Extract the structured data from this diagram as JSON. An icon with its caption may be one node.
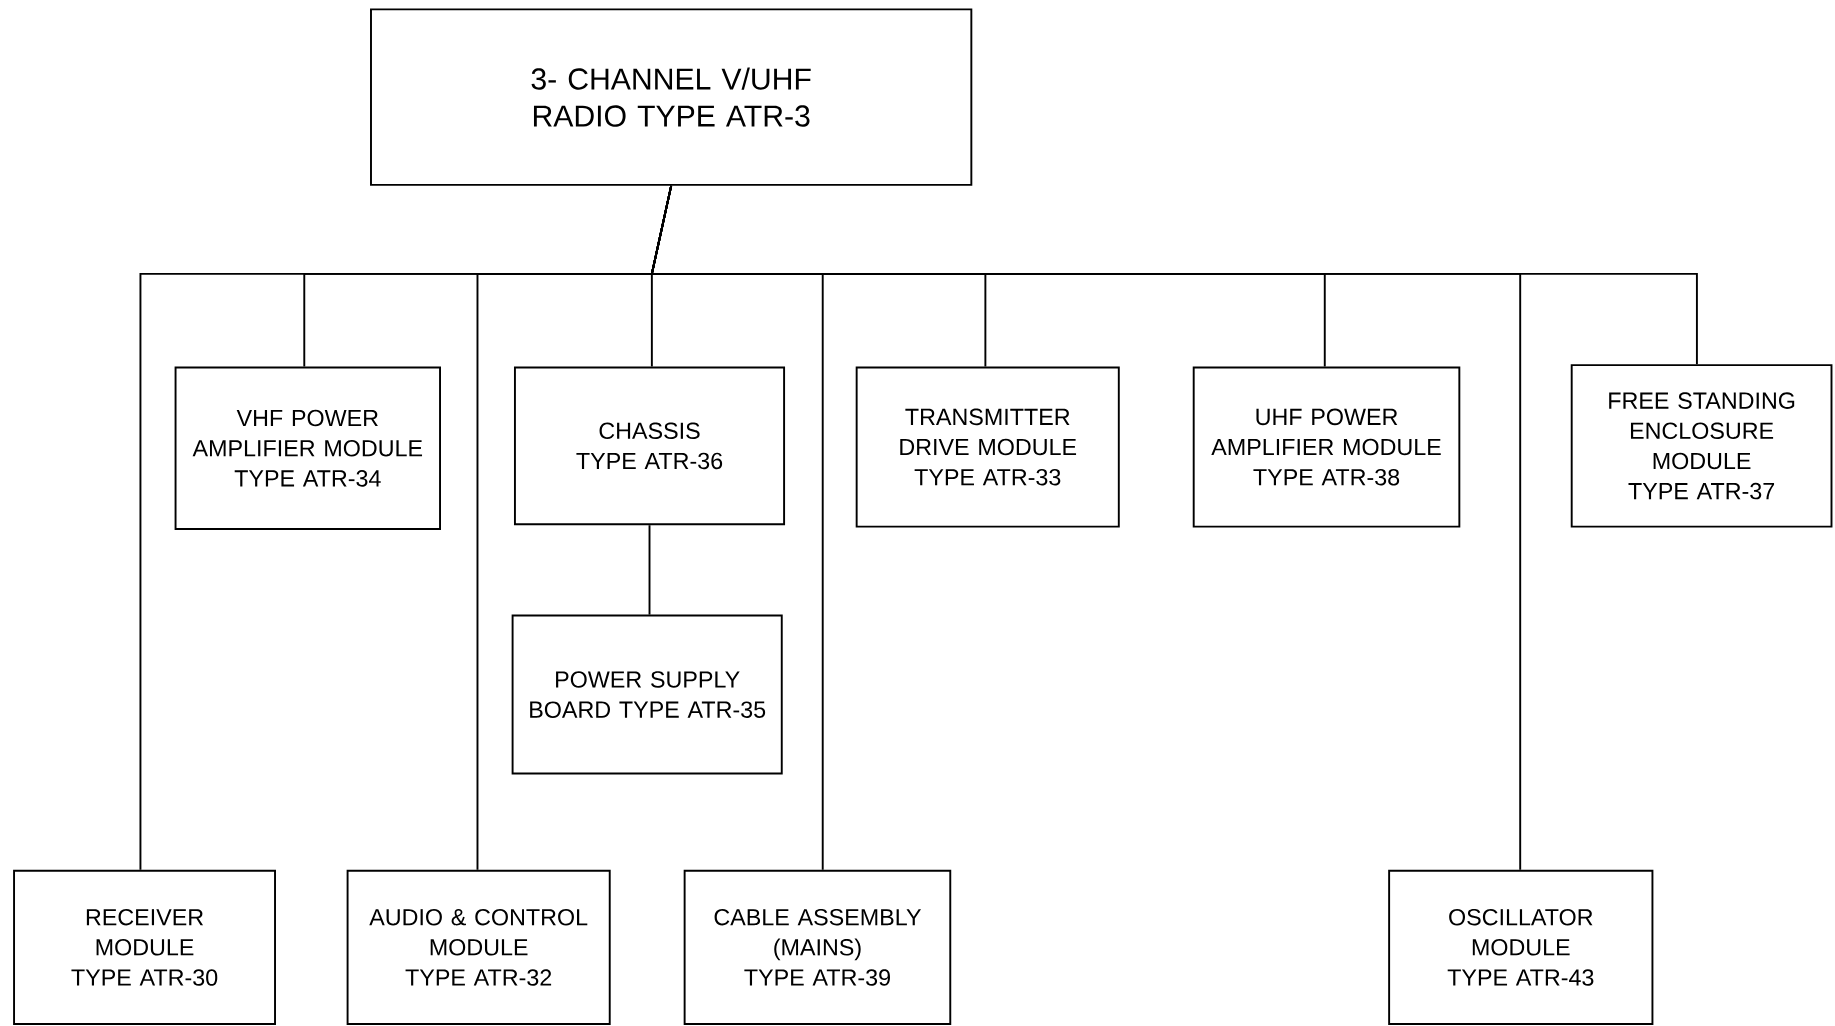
{
  "diagram": {
    "nodes": [
      {
        "text": [
          "3- CHANNEL V/UHF RADIO TYPE ATR-3"
        ]
      },
      {
        "text": [
          "VHF POWER AMPLIFIER MODULE TYPE ATR-34"
        ]
      },
      {
        "text": [
          "CHASSIS TYPE ATR-36"
        ]
      },
      {
        "text": [
          "TRANSMITTER DRIVE MODULE TYPE ATR-33"
        ]
      },
      {
        "text": [
          "UHF POWER AMPLIFIER MODULE TYPE ATR-38"
        ]
      },
      {
        "text": [
          "FREE STANDING ENCLOSURE MODULE TYPE ATR-37"
        ]
      },
      {
        "text": [
          "POWER SUPPLY BOARD TYPE ATR-35"
        ]
      },
      {
        "text": [
          "RECEIVER MODULE TYPE ATR-30"
        ]
      },
      {
        "text": [
          "AUDIO & CONTROL MODULE TYPE ATR-32"
        ]
      },
      {
        "text": [
          "CABLE ASSEMBLY (MAINS) TYPE ATR-39"
        ]
      },
      {
        "text": [
          "OSCILLATOR MODULE TYPE ATR-43"
        ]
      }
    ],
    "edges": [
      {
        "from": 0,
        "to": 7,
        "arrow": "none"
      },
      {
        "from": 0,
        "to": 1,
        "arrow": "none"
      },
      {
        "from": 0,
        "to": 8,
        "arrow": "none"
      },
      {
        "from": 0,
        "to": 2,
        "arrow": "none"
      },
      {
        "from": 0,
        "to": 9,
        "arrow": "none"
      },
      {
        "from": 0,
        "to": 3,
        "arrow": "none"
      },
      {
        "from": 0,
        "to": 4,
        "arrow": "none"
      },
      {
        "from": 0,
        "to": 10,
        "arrow": "none"
      },
      {
        "from": 0,
        "to": 5,
        "arrow": "none"
      },
      {
        "from": 2,
        "to": 6,
        "arrow": "none"
      }
    ]
  }
}
